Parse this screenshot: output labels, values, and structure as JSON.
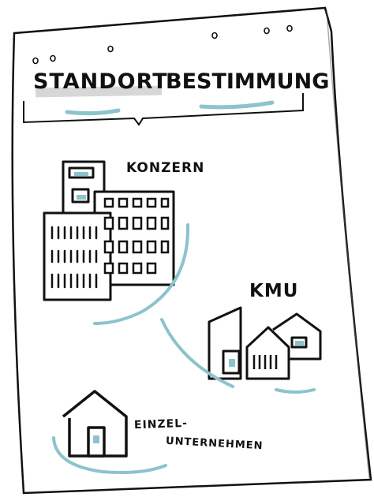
{
  "title": {
    "part1": "STANDORT",
    "part2": "BESTIMMUNG"
  },
  "labels": {
    "konzern": "KONZERN",
    "kmu": "KMU",
    "einzel_line1": "EINZEL-",
    "einzel_line2": "UNTERNEHMEN"
  },
  "colors": {
    "ink": "#111111",
    "accent": "#8cc3cc",
    "shadow": "#c9c9c9",
    "paper": "#ffffff"
  }
}
